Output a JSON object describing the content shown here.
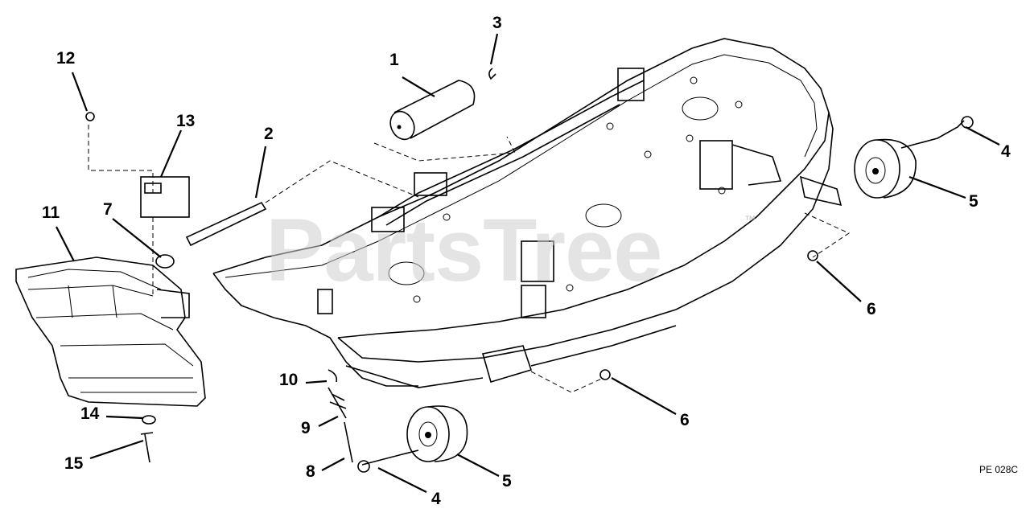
{
  "watermark": {
    "text": "PartsTree",
    "trademark": "™"
  },
  "drawing_code": "PE 028C",
  "callouts": [
    {
      "id": "c1",
      "text": "1"
    },
    {
      "id": "c2",
      "text": "2"
    },
    {
      "id": "c3",
      "text": "3"
    },
    {
      "id": "c4a",
      "text": "4"
    },
    {
      "id": "c4b",
      "text": "4"
    },
    {
      "id": "c5a",
      "text": "5"
    },
    {
      "id": "c5b",
      "text": "5"
    },
    {
      "id": "c6a",
      "text": "6"
    },
    {
      "id": "c6b",
      "text": "6"
    },
    {
      "id": "c7",
      "text": "7"
    },
    {
      "id": "c8",
      "text": "8"
    },
    {
      "id": "c9",
      "text": "9"
    },
    {
      "id": "c10",
      "text": "10"
    },
    {
      "id": "c11",
      "text": "11"
    },
    {
      "id": "c12",
      "text": "12"
    },
    {
      "id": "c13",
      "text": "13"
    },
    {
      "id": "c14",
      "text": "14"
    },
    {
      "id": "c15",
      "text": "15"
    }
  ],
  "colors": {
    "line": "#000000",
    "watermark": "#cfcfcf",
    "background": "#ffffff"
  }
}
